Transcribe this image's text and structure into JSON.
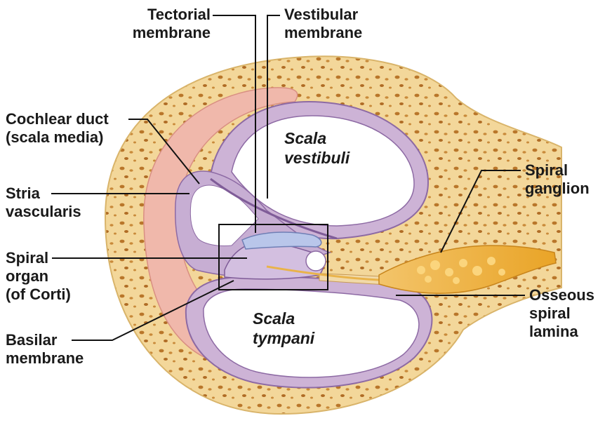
{
  "labels": {
    "tectorial": [
      "Tectorial",
      "membrane"
    ],
    "vestibular": [
      "Vestibular",
      "membrane"
    ],
    "cochlear_duct": [
      "Cochlear duct",
      "(scala media)"
    ],
    "stria": [
      "Stria",
      "vascularis"
    ],
    "spiral_organ": [
      "Spiral",
      "organ",
      "(of Corti)"
    ],
    "basilar": [
      "Basilar",
      "membrane"
    ],
    "spiral_ganglion": [
      "Spiral",
      "ganglion"
    ],
    "osseous": [
      "Osseous",
      "spiral",
      "lamina"
    ]
  },
  "chambers": {
    "scala_vestibuli": [
      "Scala",
      "vestibuli"
    ],
    "scala_tympani": [
      "Scala",
      "tympani"
    ]
  },
  "colors": {
    "bone": "#f3d79a",
    "bone_pore": "#b9762a",
    "ligament": "#f0b8ab",
    "duct_wall": "#b89ac4",
    "membrane": "#9b7fb3",
    "ganglion": "#f6b93a",
    "nerve": "#e8a62a",
    "leader": "#111111"
  }
}
